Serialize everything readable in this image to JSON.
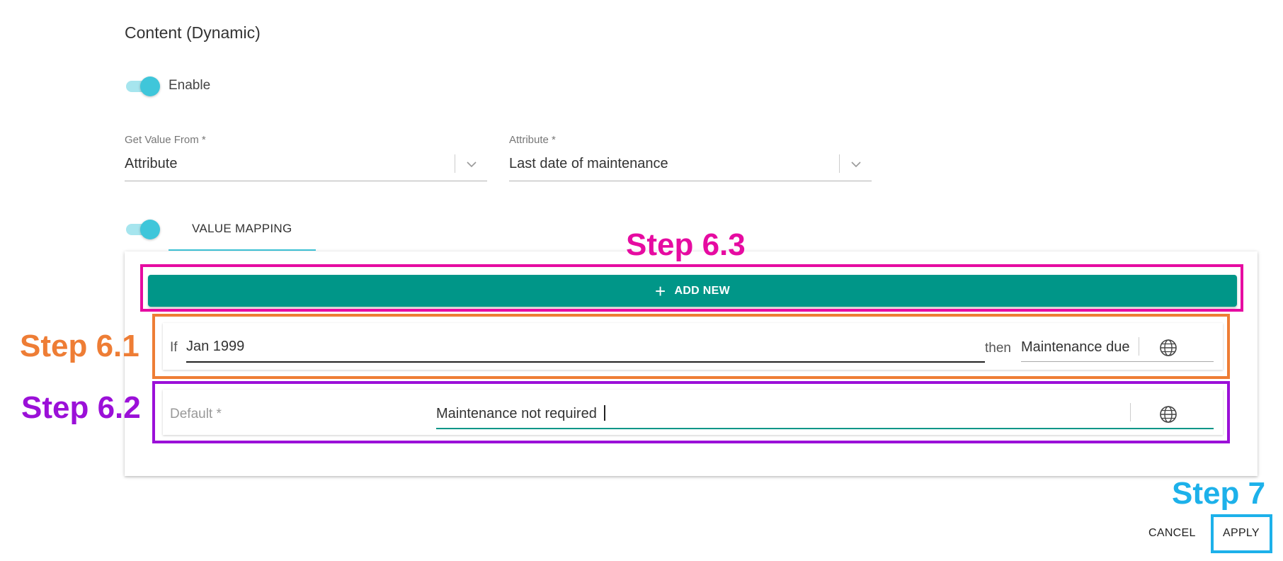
{
  "section": {
    "title": "Content (Dynamic)"
  },
  "enable": {
    "label": "Enable",
    "on": true
  },
  "get_value_from": {
    "label": "Get Value From *",
    "value": "Attribute"
  },
  "attribute": {
    "label": "Attribute *",
    "value": "Last date of maintenance"
  },
  "value_mapping": {
    "tab_label": "VALUE MAPPING",
    "on": true
  },
  "mapping_panel": {
    "add_new_label": "ADD NEW",
    "rule": {
      "if_label": "If",
      "if_value": "Jan 1999",
      "then_label": "then",
      "then_value": "Maintenance due"
    },
    "default": {
      "placeholder": "Default *",
      "value": "Maintenance not required"
    }
  },
  "annotations": {
    "step_6_3": "Step 6.3",
    "step_6_1": "Step 6.1",
    "step_6_2": "Step 6.2",
    "step_7": "Step 7"
  },
  "footer": {
    "cancel_label": "CANCEL",
    "apply_label": "APPLY"
  },
  "colors": {
    "toggle_on": "#3fc6da",
    "primary_button": "#009688",
    "step_6_3": "#e60ba1",
    "step_6_1": "#ee7d35",
    "step_6_2": "#9b10d8",
    "step_7": "#1db1ea"
  },
  "icons": [
    "chevron-down-icon",
    "globe-icon",
    "plus-icon"
  ]
}
